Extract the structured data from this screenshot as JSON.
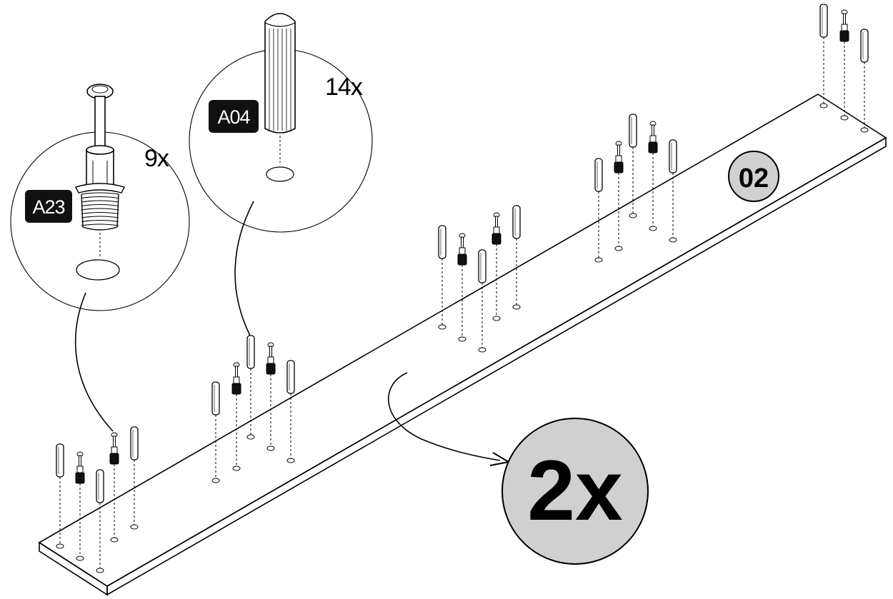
{
  "callouts": [
    {
      "code": "A23",
      "quantity": "9x"
    },
    {
      "code": "A04",
      "quantity": "14x"
    }
  ],
  "panel_number": "02",
  "repeat_count": "2x",
  "colors": {
    "badge_fill": "#d0d0d0",
    "label_fill": "#111111",
    "line": "#000000"
  }
}
